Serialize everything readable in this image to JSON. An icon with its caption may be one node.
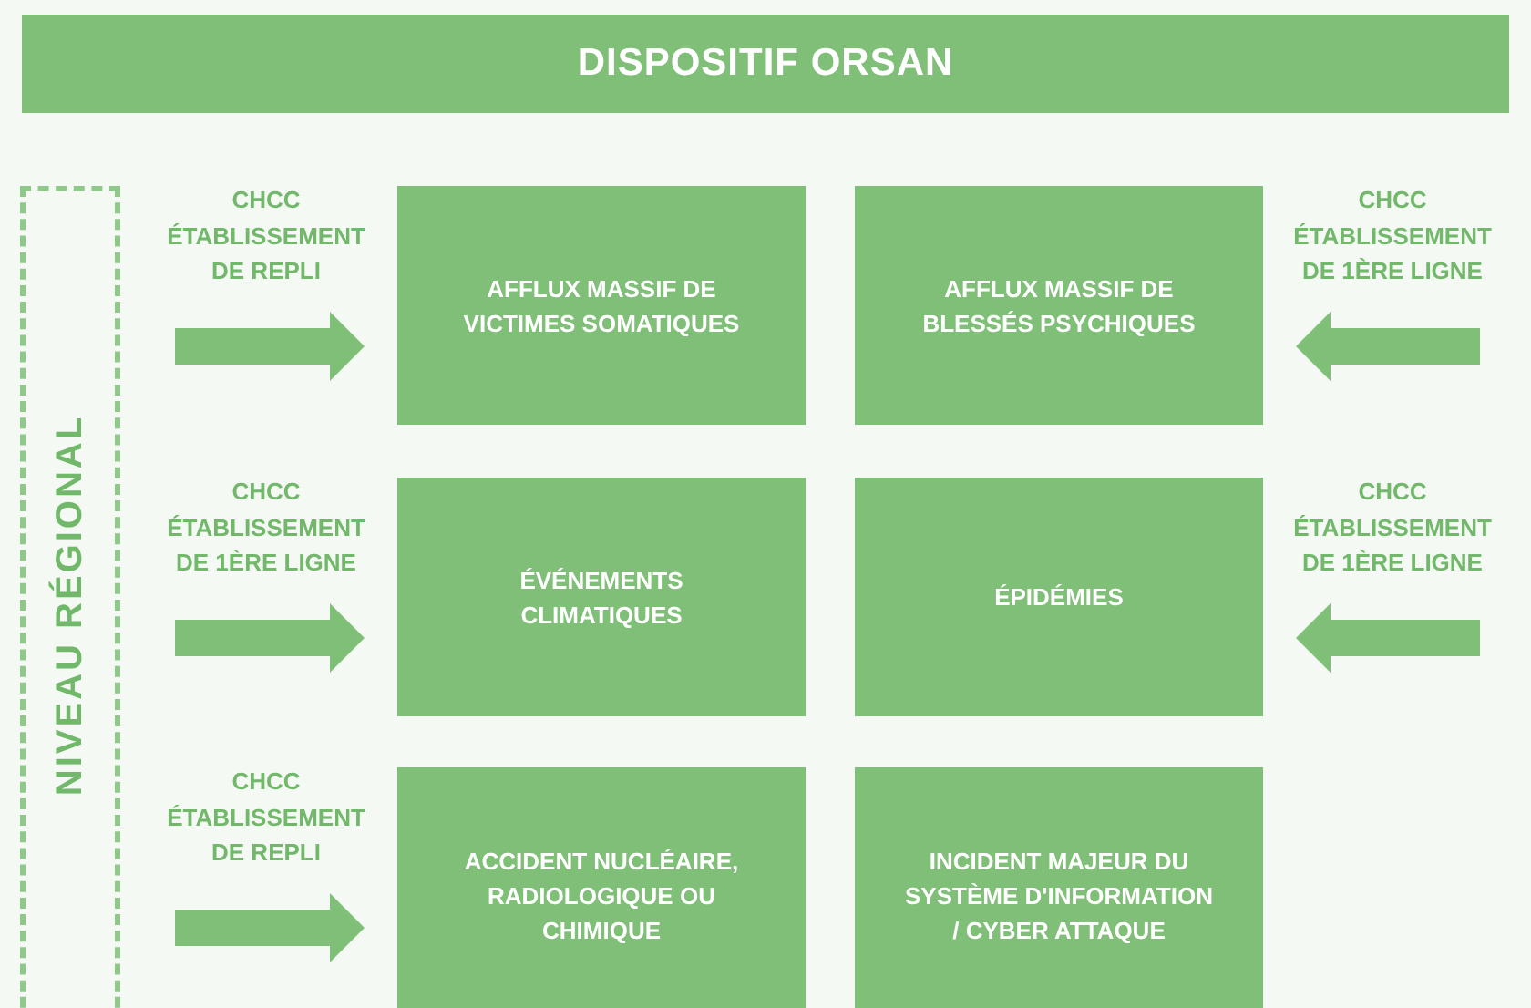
{
  "diagram": {
    "title": "DISPOSITIF ORSAN",
    "nodes": [
      {
        "text": [
          "NIVEAU RÉGIONAL"
        ]
      },
      {
        "text": [
          "AFFLUX MASSIF DE VICTIMES SOMATIQUES"
        ]
      },
      {
        "text": [
          "AFFLUX MASSIF DE BLESSÉS PSYCHIQUES"
        ]
      },
      {
        "text": [
          "ÉVÉNEMENTS CLIMATIQUES"
        ]
      },
      {
        "text": [
          "ÉPIDÉMIES"
        ]
      },
      {
        "text": [
          "ACCIDENT NUCLÉAIRE, RADIOLOGIQUE OU CHIMIQUE"
        ]
      },
      {
        "text": [
          "INCIDENT MAJEUR DU SYSTÈME D'INFORMATION / CYBER ATTAQUE"
        ]
      }
    ],
    "edges": [
      {
        "from": null,
        "to": 1,
        "arrow": "to"
      },
      {
        "from": null,
        "to": 2,
        "arrow": "to"
      },
      {
        "from": null,
        "to": 3,
        "arrow": "to"
      },
      {
        "from": null,
        "to": 4,
        "arrow": "to"
      },
      {
        "from": null,
        "to": 5,
        "arrow": "to"
      }
    ],
    "labels": [
      "CHCC ÉTABLISSEMENT DE REPLI",
      "CHCC ÉTABLISSEMENT DE 1ÈRE LIGNE",
      "CHCC ÉTABLISSEMENT DE 1ÈRE LIGNE",
      "CHCC ÉTABLISSEMENT DE 1ÈRE LIGNE",
      "CHCC ÉTABLISSEMENT DE REPLI"
    ]
  }
}
